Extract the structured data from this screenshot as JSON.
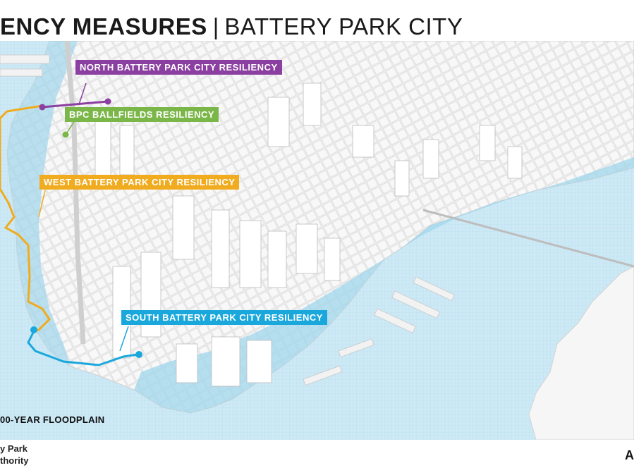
{
  "title": {
    "bold": "ENCY MEASURES",
    "separator": "|",
    "light": "BATTERY PARK CITY"
  },
  "labels": {
    "north": "NORTH BATTERY PARK CITY RESILIENCY",
    "ballfields": "BPC BALLFIELDS RESILIENCY",
    "west": "WEST BATTERY PARK CITY RESILIENCY",
    "south": "SOUTH BATTERY PARK CITY RESILIENCY"
  },
  "legend": {
    "floodplain": "00-YEAR FLOODPLAIN"
  },
  "org": {
    "line1": "y Park",
    "line2": "thority"
  },
  "logo_right": "A",
  "colors": {
    "north": "#8b3fa0",
    "ballfields": "#7ab648",
    "west": "#f0ab1e",
    "south": "#1aa8dc",
    "water": "#bfe3f2",
    "floodplain": "#9fd6ec"
  }
}
